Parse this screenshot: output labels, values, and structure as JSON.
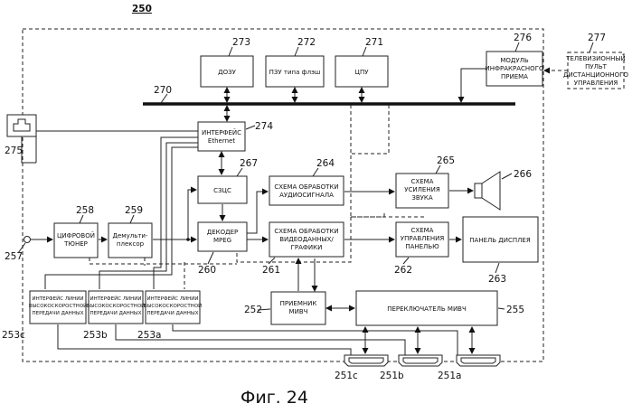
{
  "figure": {
    "ref": "250",
    "caption": "Фиг. 24"
  },
  "blocks": {
    "dozu": "ДОЗУ",
    "pzu_line1": "ПЗУ типа флэш",
    "cpu": "ЦПУ",
    "ir_line1": "МОДУЛЬ",
    "ir_line2": "ИНФРАКРАСНОГО",
    "ir_line3": "ПРИЕМА",
    "remote_line1": "ТЕЛЕВИЗИОННЫЙ",
    "remote_line2": "ПУЛЬТ",
    "remote_line3": "ДИСТАНЦИОННОГО",
    "remote_line4": "УПРАВЛЕНИЯ",
    "eth_line1": "ИНТЕРФЕЙС",
    "eth_line2": "Ethernet",
    "szcs": "СЗЦС",
    "audio_line1": "СХЕМА ОБРАБОТКИ",
    "audio_line2": "АУДИОСИГНАЛА",
    "amp_line1": "СХЕМА",
    "amp_line2": "УСИЛЕНИЯ",
    "amp_line3": "ЗВУКА",
    "tuner_line1": "ЦИФРОВОЙ",
    "tuner_line2": "ТЮНЕР",
    "demux_line1": "Демульти-",
    "demux_line2": "плексор",
    "decoder_line1": "ДЕКОДЕР",
    "decoder_line2": "MPEG",
    "video_line1": "СХЕМА ОБРАБОТКИ",
    "video_line2": "ВИДЕОДАННЫХ/",
    "video_line3": "ГРАФИКИ",
    "panelctl_line1": "СХЕМА",
    "panelctl_line2": "УПРАВЛЕНИЯ",
    "panelctl_line3": "ПАНЕЛЬЮ",
    "display": "ПАНЕЛЬ ДИСПЛЕЯ",
    "hs_line1": "ИНТЕРФЕЙС ЛИНИИ",
    "hs_line2": "ВЫСОКОСКОРОСТНОЙ",
    "hs_line3": "ПЕРЕДАЧИ ДАННЫХ",
    "rx_line1": "ПРИЕМНИК",
    "rx_line2": "МИВЧ",
    "switch": "ПЕРЕКЛЮЧАТЕЛЬ МИВЧ"
  },
  "refs": {
    "r270": "270",
    "r271": "271",
    "r272": "272",
    "r273": "273",
    "r274": "274",
    "r275": "275",
    "r276": "276",
    "r277": "277",
    "r257": "257",
    "r258": "258",
    "r259": "259",
    "r260": "260",
    "r261": "261",
    "r262": "262",
    "r263": "263",
    "r264": "264",
    "r265": "265",
    "r266": "266",
    "r267": "267",
    "r252": "252",
    "r255": "255",
    "r253a": "253a",
    "r253b": "253b",
    "r253c": "253c",
    "r251a": "251a",
    "r251b": "251b",
    "r251c": "251c"
  }
}
